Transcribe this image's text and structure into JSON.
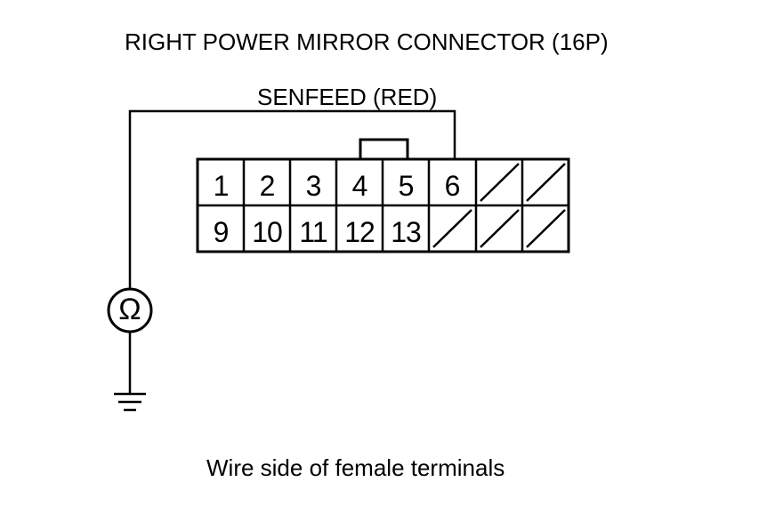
{
  "diagram": {
    "title": "RIGHT POWER MIRROR CONNECTOR (16P)",
    "wire_label": "SENFEED (RED)",
    "caption": "Wire side of female terminals",
    "meter_symbol": "Ω",
    "connector": {
      "pins_count": "16P",
      "row1": [
        "1",
        "2",
        "3",
        "4",
        "5",
        "6",
        "",
        ""
      ],
      "row2": [
        "9",
        "10",
        "11",
        "12",
        "13",
        "",
        "",
        ""
      ],
      "unused_cells": [
        "row1-7",
        "row1-8",
        "row2-6",
        "row2-7",
        "row2-8"
      ],
      "probed_pin": "6"
    },
    "meter_icon": "ohmmeter-icon",
    "ground_icon": "ground-icon"
  }
}
